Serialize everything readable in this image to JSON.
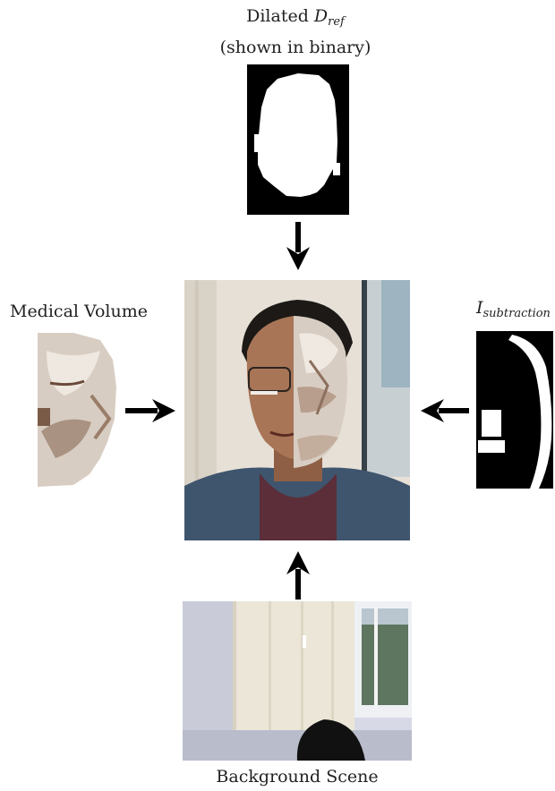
{
  "top": {
    "title_line1_prefix": "Dilated ",
    "title_var": "D",
    "title_sub": "ref",
    "title_line2": "(shown in binary)"
  },
  "left": {
    "title": "Medical Volume"
  },
  "right": {
    "title_var": "I",
    "title_sub": "subtraction"
  },
  "bottom": {
    "title": "Background Scene"
  },
  "colors": {
    "arrow": "#000000",
    "mask_bg": "#000000",
    "mask_fg": "#ffffff",
    "skull": "#d9cfc4",
    "wall": "#e8e4dc",
    "shirt": "#3d5570"
  },
  "icons": {
    "arrow_down": "arrow-down-icon",
    "arrow_right": "arrow-right-icon",
    "arrow_left": "arrow-left-icon",
    "arrow_up": "arrow-up-icon"
  }
}
